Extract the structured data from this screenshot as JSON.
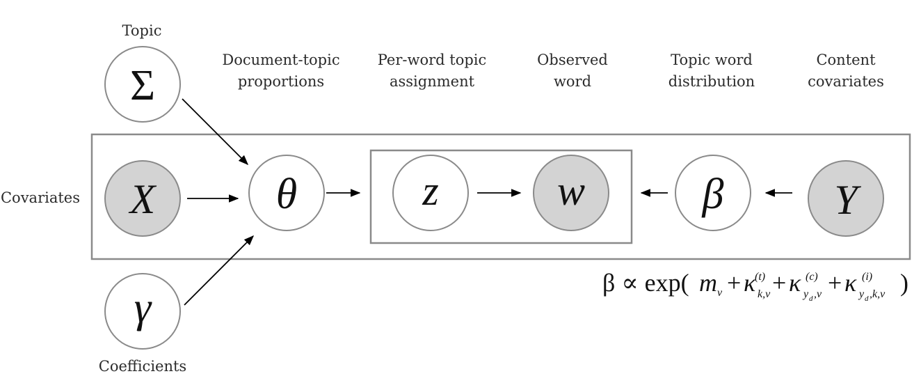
{
  "labels": {
    "topic": "Topic",
    "coefficients": "Coefficients",
    "covariates": "Covariates",
    "doc_topic_1": "Document-topic",
    "doc_topic_2": "proportions",
    "per_word_1": "Per-word topic",
    "per_word_2": "assignment",
    "observed_1": "Observed",
    "observed_2": "word",
    "topic_word_1": "Topic word",
    "topic_word_2": "distribution",
    "content_1": "Content",
    "content_2": "covariates"
  },
  "nodes": {
    "sigma": "Σ",
    "x": "X",
    "theta": "θ",
    "gamma": "γ",
    "z": "z",
    "w": "w",
    "beta": "β",
    "y": "Y"
  },
  "colors": {
    "observed_fill": "#d3d3d3",
    "latent_fill": "#ffffff",
    "frame_stroke": "#8a8a8a"
  },
  "formula": {
    "lhs": "β ∝ exp(",
    "m": "m",
    "m_sub": "v",
    "plus": "+",
    "kappa": "κ",
    "t_sup": "(t)",
    "t_sub": "k,v",
    "c_sup": "(c)",
    "c_sub_y": "y",
    "c_sub_d": "d",
    "c_sub_rest": ",v",
    "i_sup": "(i)",
    "i_sub_y": "y",
    "i_sub_d": "d",
    "i_sub_rest": ",k,v",
    "close": ")"
  }
}
